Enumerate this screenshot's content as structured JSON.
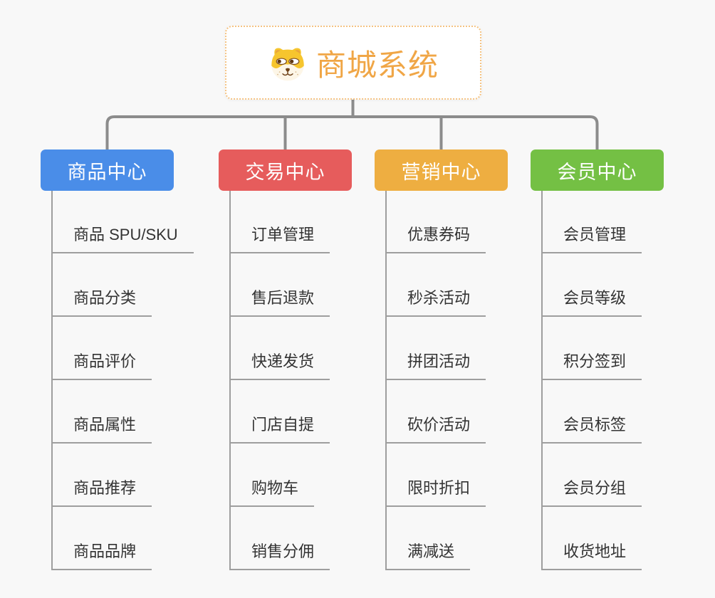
{
  "colors": {
    "background": "#f8f8f8",
    "connector": "#8c8c8c",
    "spine": "#9e9e9e",
    "leaf_text": "#333333",
    "root_border": "#f5c382",
    "root_text": "#f0a646",
    "root_bg": "#ffffff",
    "branch_text": "#ffffff"
  },
  "root": {
    "title": "商城系统",
    "icon": "dog-face-icon"
  },
  "branches": [
    {
      "label": "商品中心",
      "color": "#4a8de8",
      "children": [
        "商品 SPU/SKU",
        "商品分类",
        "商品评价",
        "商品属性",
        "商品推荐",
        "商品品牌"
      ]
    },
    {
      "label": "交易中心",
      "color": "#e65c5c",
      "children": [
        "订单管理",
        "售后退款",
        "快递发货",
        "门店自提",
        "购物车",
        "销售分佣"
      ]
    },
    {
      "label": "营销中心",
      "color": "#eeae41",
      "children": [
        "优惠券码",
        "秒杀活动",
        "拼团活动",
        "砍价活动",
        "限时折扣",
        "满减送"
      ]
    },
    {
      "label": "会员中心",
      "color": "#74c044",
      "children": [
        "会员管理",
        "会员等级",
        "积分签到",
        "会员标签",
        "会员分组",
        "收货地址"
      ]
    }
  ]
}
